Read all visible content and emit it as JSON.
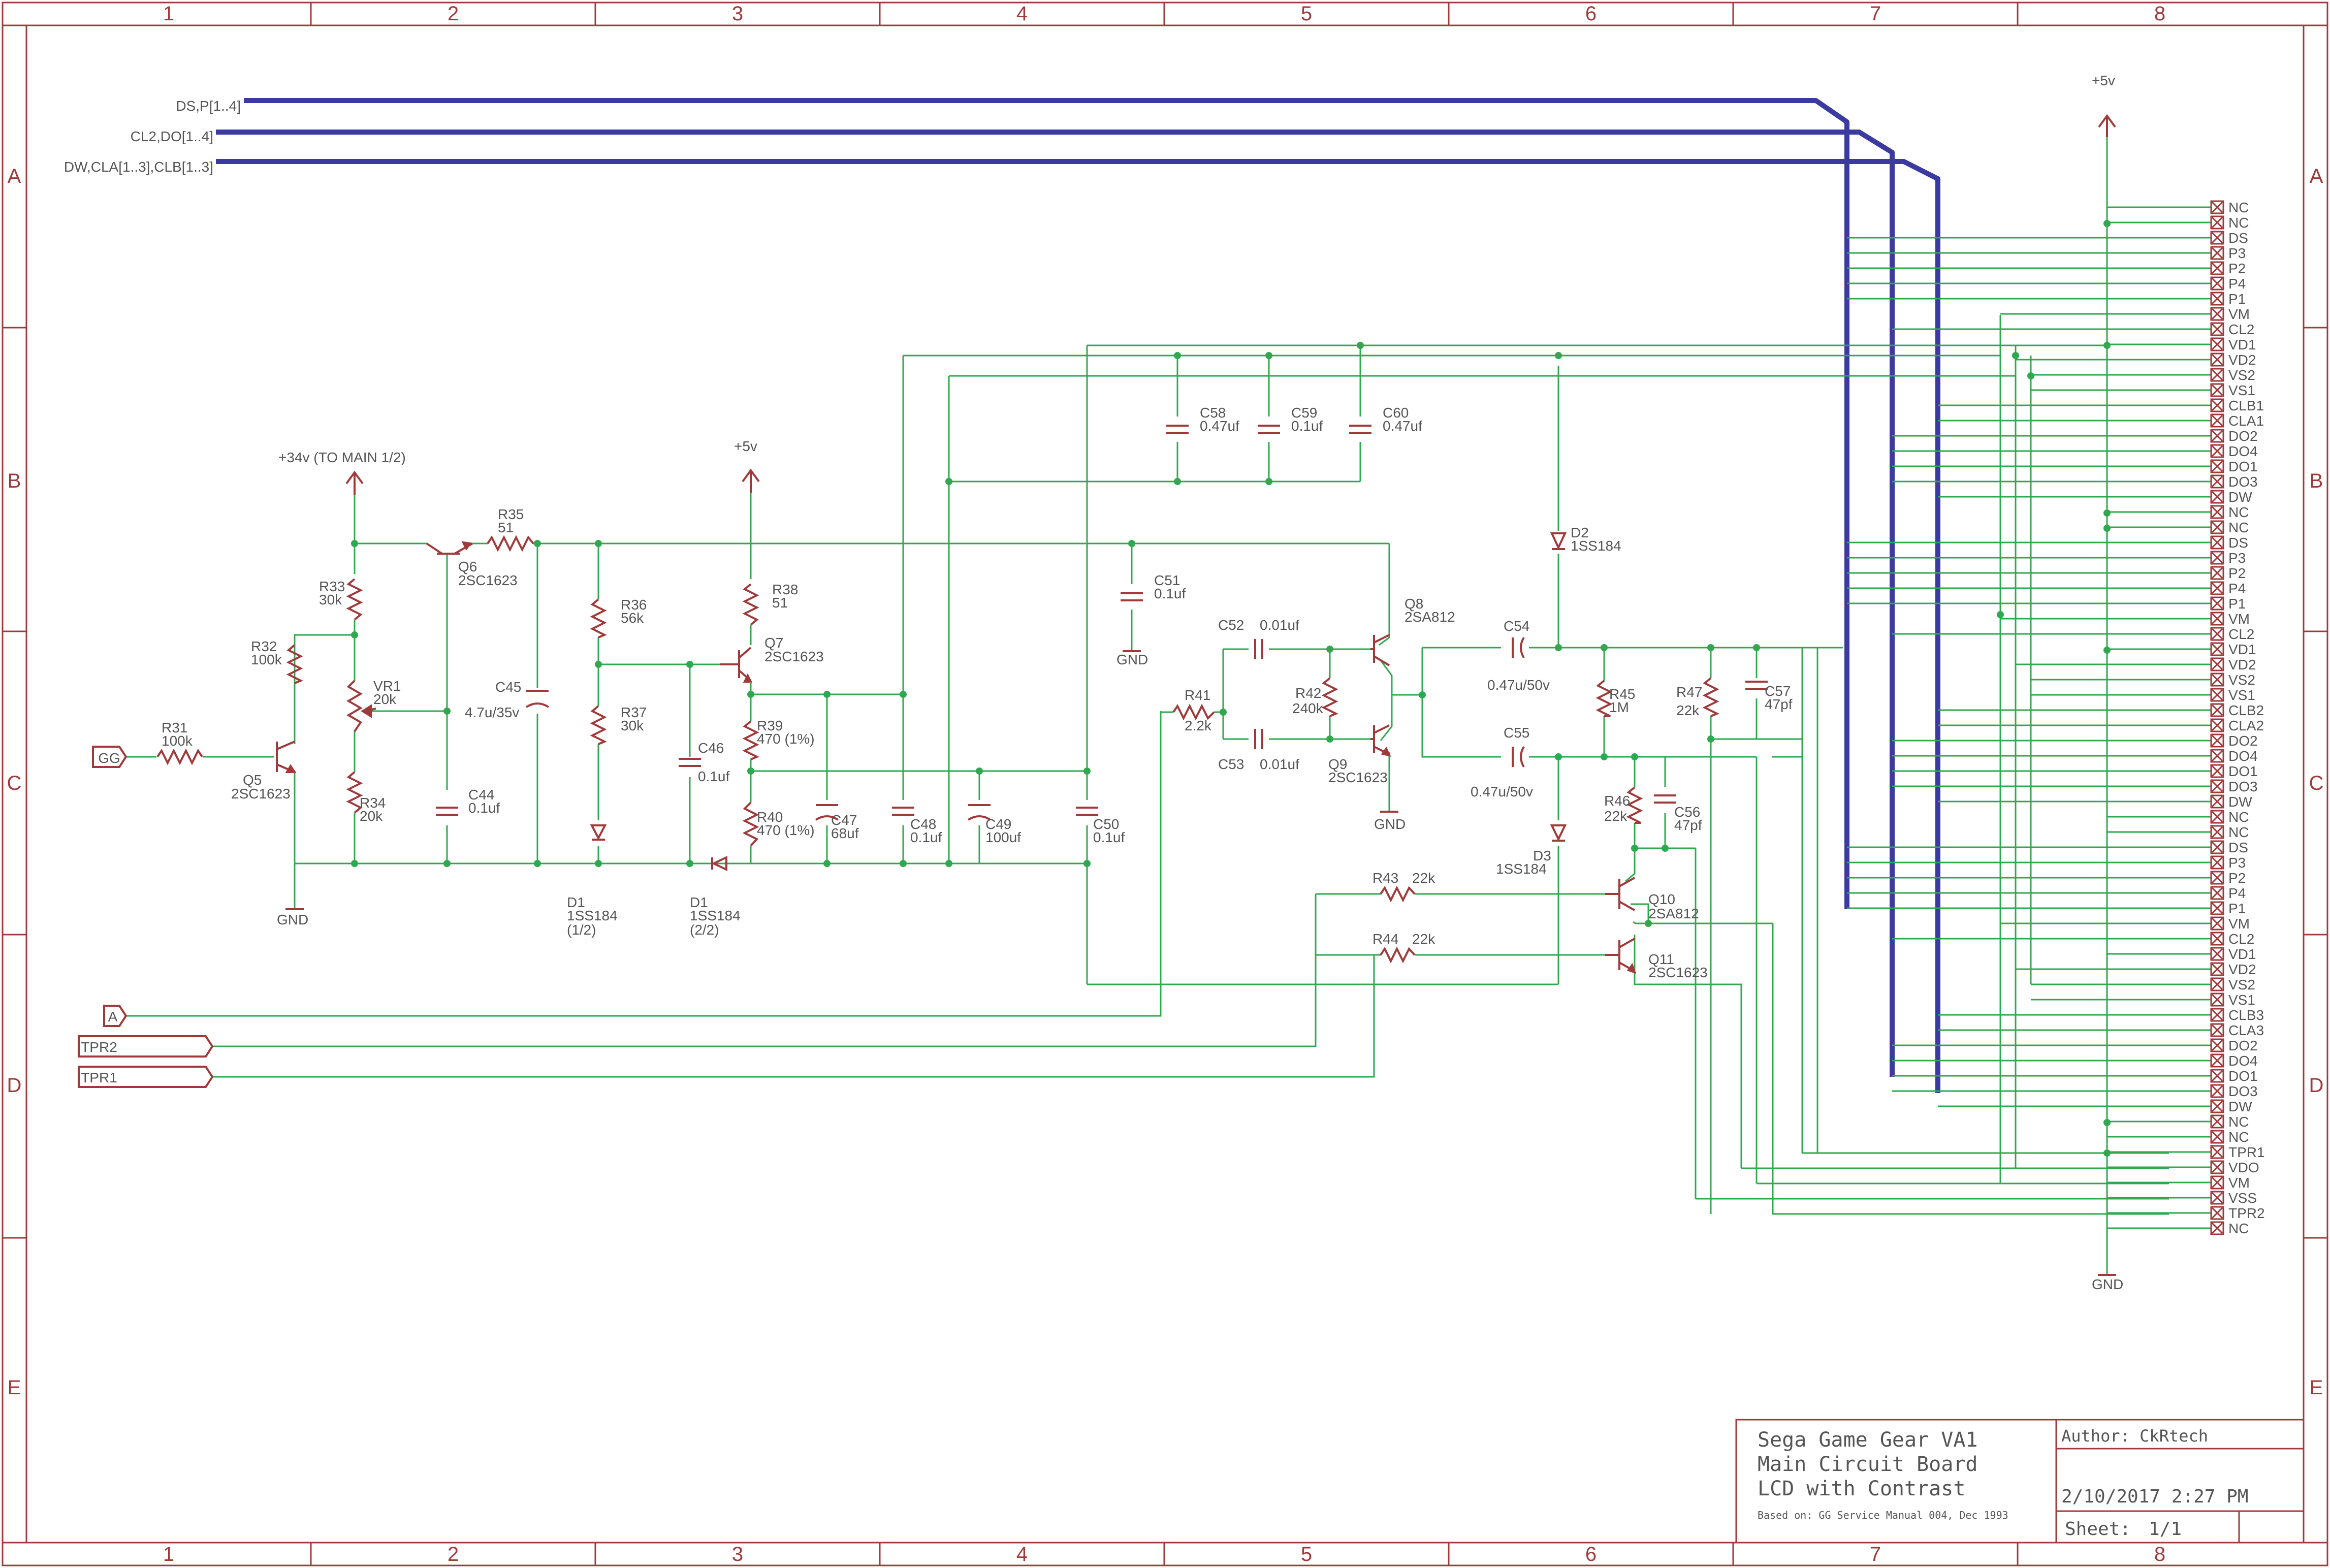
{
  "title_block": {
    "line1": "Sega Game Gear VA1",
    "line2": "Main Circuit Board",
    "line3": "LCD with Contrast",
    "source": "Based on: GG Service Manual 004, Dec 1993",
    "author": "Author: CkRtech",
    "date": "2/10/2017 2:27 PM",
    "sheet_label": "Sheet:",
    "sheet_value": "1/1"
  },
  "zones": {
    "cols": [
      "1",
      "2",
      "3",
      "4",
      "5",
      "6",
      "7",
      "8"
    ],
    "rows": [
      "A",
      "B",
      "C",
      "D",
      "E"
    ]
  },
  "buses": [
    {
      "label": "DS,P[1..4]"
    },
    {
      "label": "CL2,DO[1..4]"
    },
    {
      "label": "DW,CLA[1..3],CLB[1..3]"
    }
  ],
  "ports": [
    {
      "label": "GG"
    },
    {
      "label": "A"
    },
    {
      "label": "TPR2"
    },
    {
      "label": "TPR1"
    }
  ],
  "power": [
    {
      "label": "+34v (TO MAIN 1/2)"
    },
    {
      "label": "+5v"
    },
    {
      "label": "+5v"
    }
  ],
  "grounds": [
    {
      "label": "GND"
    },
    {
      "label": "GND"
    },
    {
      "label": "GND"
    },
    {
      "label": "GND"
    }
  ],
  "components": [
    {
      "ref": "R31",
      "value": "100k"
    },
    {
      "ref": "R32",
      "value": "100k"
    },
    {
      "ref": "R33",
      "value": "30k"
    },
    {
      "ref": "R34",
      "value": "20k"
    },
    {
      "ref": "VR1",
      "value": "20k"
    },
    {
      "ref": "Q5",
      "value": "2SC1623"
    },
    {
      "ref": "Q6",
      "value": "2SC1623"
    },
    {
      "ref": "R35",
      "value": "51"
    },
    {
      "ref": "C44",
      "value": "0.1uf"
    },
    {
      "ref": "C45",
      "value": "4.7u/35v"
    },
    {
      "ref": "R36",
      "value": "56k"
    },
    {
      "ref": "R37",
      "value": "30k"
    },
    {
      "ref": "D1",
      "value": "1SS184",
      "note": "(1/2)"
    },
    {
      "ref": "D1",
      "value": "1SS184",
      "note": "(2/2)"
    },
    {
      "ref": "C46",
      "value": "0.1uf"
    },
    {
      "ref": "R38",
      "value": "51"
    },
    {
      "ref": "Q7",
      "value": "2SC1623"
    },
    {
      "ref": "R39",
      "value": "470 (1%)"
    },
    {
      "ref": "R40",
      "value": "470 (1%)"
    },
    {
      "ref": "C47",
      "value": "68uf"
    },
    {
      "ref": "C48",
      "value": "0.1uf"
    },
    {
      "ref": "C49",
      "value": "100uf"
    },
    {
      "ref": "C50",
      "value": "0.1uf"
    },
    {
      "ref": "C51",
      "value": "0.1uf"
    },
    {
      "ref": "C58",
      "value": "0.47uf"
    },
    {
      "ref": "C59",
      "value": "0.1uf"
    },
    {
      "ref": "C60",
      "value": "0.47uf"
    },
    {
      "ref": "R41",
      "value": "2.2k"
    },
    {
      "ref": "C52",
      "value": "0.01uf"
    },
    {
      "ref": "C53",
      "value": "0.01uf"
    },
    {
      "ref": "R42",
      "value": "240k"
    },
    {
      "ref": "Q8",
      "value": "2SA812"
    },
    {
      "ref": "Q9",
      "value": "2SC1623"
    },
    {
      "ref": "C54",
      "value": "0.47u/50v"
    },
    {
      "ref": "C55",
      "value": "0.47u/50v"
    },
    {
      "ref": "D2",
      "value": "1SS184"
    },
    {
      "ref": "D3",
      "value": "1SS184"
    },
    {
      "ref": "R45",
      "value": "1M"
    },
    {
      "ref": "R47",
      "value": "22k"
    },
    {
      "ref": "C57",
      "value": "47pf"
    },
    {
      "ref": "R46",
      "value": "22k"
    },
    {
      "ref": "C56",
      "value": "47pf"
    },
    {
      "ref": "R43",
      "value": "22k"
    },
    {
      "ref": "R44",
      "value": "22k"
    },
    {
      "ref": "Q10",
      "value": "2SA812"
    },
    {
      "ref": "Q11",
      "value": "2SC1623"
    }
  ],
  "connector": {
    "pins": [
      "NC",
      "NC",
      "DS",
      "P3",
      "P2",
      "P4",
      "P1",
      "VM",
      "CL2",
      "VD1",
      "VD2",
      "VS2",
      "VS1",
      "CLB1",
      "CLA1",
      "DO2",
      "DO4",
      "DO1",
      "DO3",
      "DW",
      "NC",
      "NC",
      "DS",
      "P3",
      "P2",
      "P4",
      "P1",
      "VM",
      "CL2",
      "VD1",
      "VD2",
      "VS2",
      "VS1",
      "CLB2",
      "CLA2",
      "DO2",
      "DO4",
      "DO1",
      "DO3",
      "DW",
      "NC",
      "NC",
      "DS",
      "P3",
      "P2",
      "P4",
      "P1",
      "VM",
      "CL2",
      "VD1",
      "VD2",
      "VS2",
      "VS1",
      "CLB3",
      "CLA3",
      "DO2",
      "DO4",
      "DO1",
      "DO3",
      "DW",
      "NC",
      "NC",
      "TPR1",
      "VDO",
      "VM",
      "VSS",
      "TPR2",
      "NC"
    ]
  }
}
